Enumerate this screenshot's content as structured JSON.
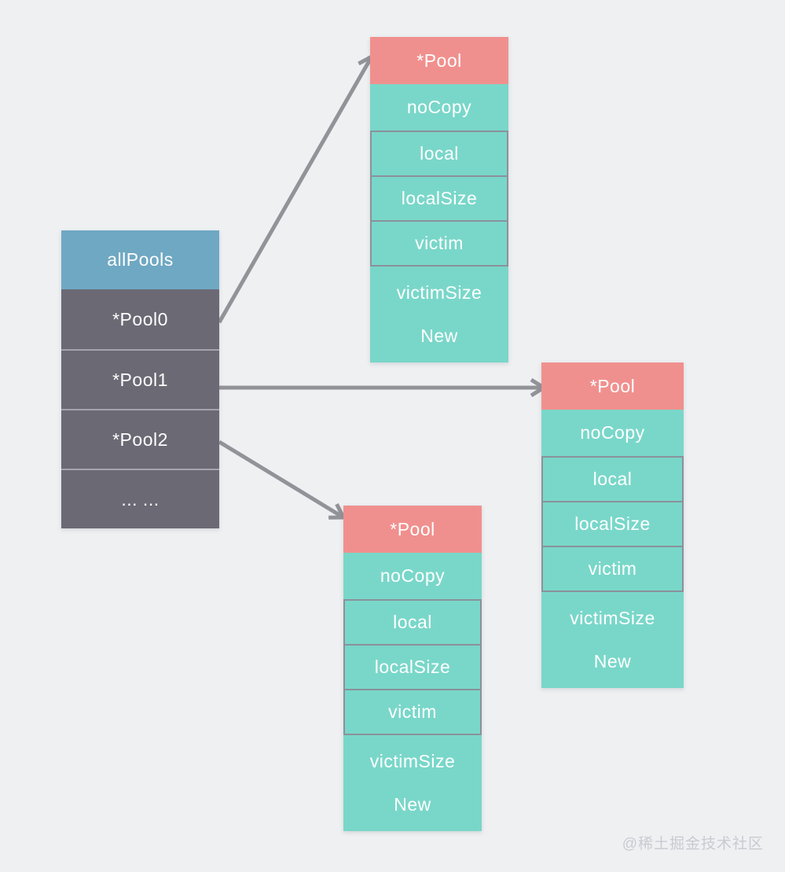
{
  "colors": {
    "background": "#eef0f2",
    "allpools_header": "#6fa8c3",
    "allpools_row": "#6b6974",
    "allpools_divider": "#a5a4ae",
    "pool_header": "#f0908e",
    "pool_cell": "#79d7c9",
    "pool_cell_border": "#8b919b",
    "arrow": "#929398",
    "text": "#ffffff",
    "watermark": "#c8cbd0"
  },
  "allpools": {
    "title": "allPools",
    "rows": [
      "*Pool0",
      "*Pool1",
      "*Pool2",
      "... ..."
    ]
  },
  "pools": [
    {
      "title": "*Pool",
      "fields": [
        "noCopy",
        "local",
        "localSize",
        "victim"
      ],
      "tail": [
        "victimSize",
        "New"
      ]
    },
    {
      "title": "*Pool",
      "fields": [
        "noCopy",
        "local",
        "localSize",
        "victim"
      ],
      "tail": [
        "victimSize",
        "New"
      ]
    },
    {
      "title": "*Pool",
      "fields": [
        "noCopy",
        "local",
        "localSize",
        "victim"
      ],
      "tail": [
        "victimSize",
        "New"
      ]
    }
  ],
  "edges": [
    {
      "from": "*Pool0",
      "to": "pool-top"
    },
    {
      "from": "*Pool1",
      "to": "pool-right"
    },
    {
      "from": "*Pool2",
      "to": "pool-bottom"
    }
  ],
  "watermark": "@稀土掘金技术社区"
}
